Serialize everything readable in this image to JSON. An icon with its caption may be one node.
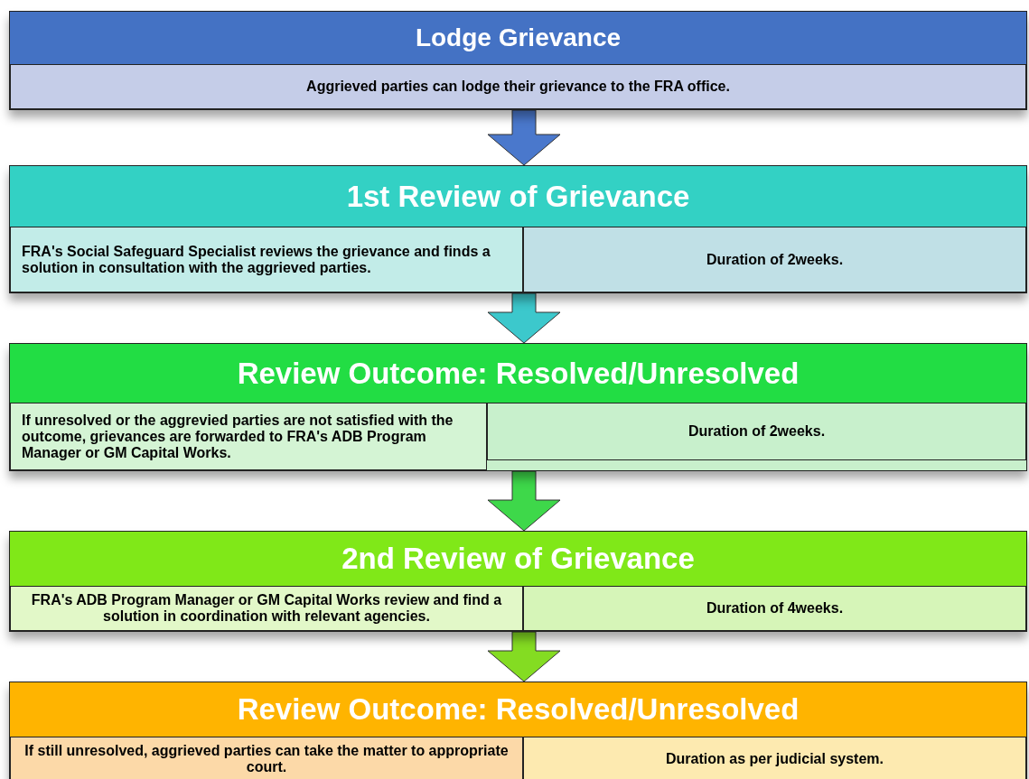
{
  "diagram": {
    "nodes": [
      {
        "text": [
          "Lodge Grievance"
        ]
      },
      {
        "text": [
          "Aggrieved parties can lodge their grievance to the FRA office."
        ],
        "in": 0
      },
      {
        "text": [
          "1st Review of Grievance"
        ]
      },
      {
        "text": [
          "FRA's Social Safeguard Specialist reviews the grievance and finds a solution in consultation with the aggrieved parties."
        ],
        "in": 2
      },
      {
        "text": [
          "Duration of 2weeks."
        ],
        "in": 2
      },
      {
        "text": [
          "Review Outcome: Resolved/Unresolved"
        ]
      },
      {
        "text": [
          "If unresolved or the aggrevied parties are not satisfied with the outcome, grievances are forwarded to FRA's ADB Program Manager or GM Capital Works."
        ],
        "in": 5
      },
      {
        "text": [
          "Duration of 2weeks."
        ],
        "in": 5
      },
      {
        "text": [
          "2nd Review of Grievance"
        ]
      },
      {
        "text": [
          "FRA's ADB Program Manager or GM Capital Works review and find a solution in coordination with relevant agencies."
        ],
        "in": 8
      },
      {
        "text": [
          "Duration of 4weeks."
        ],
        "in": 8
      },
      {
        "text": [
          "Review Outcome: Resolved/Unresolved"
        ]
      },
      {
        "text": [
          "If still unresolved, aggrieved parties can take the matter to appropriate court."
        ],
        "in": 11
      },
      {
        "text": [
          "Duration as per judicial system."
        ],
        "in": 11
      }
    ],
    "edges": [
      {
        "from": 0,
        "to": 2,
        "arrow": "to",
        "color": "#4a78cc"
      },
      {
        "from": 2,
        "to": 5,
        "arrow": "to",
        "color": "#3cc8cc"
      },
      {
        "from": 5,
        "to": 8,
        "arrow": "to",
        "color": "#3ed84a"
      },
      {
        "from": 8,
        "to": 11,
        "arrow": "to",
        "color": "#84dc22"
      }
    ]
  }
}
